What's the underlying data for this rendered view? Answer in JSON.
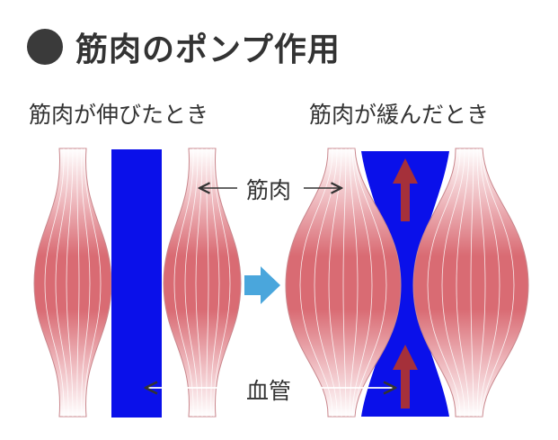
{
  "title": "筋肉のポンプ作用",
  "captions": {
    "relaxed": "筋肉が伸びたとき",
    "contracted": "筋肉が緩んだとき"
  },
  "labels": {
    "muscle": "筋肉",
    "vessel": "血管"
  },
  "colors": {
    "muscle_fill": "#d96b73",
    "muscle_light": "#f7dede",
    "vessel": "#0a10ea",
    "flow_arrow": "#a5303a",
    "transition_arrow": "#4aa6dc",
    "text": "#333333"
  }
}
